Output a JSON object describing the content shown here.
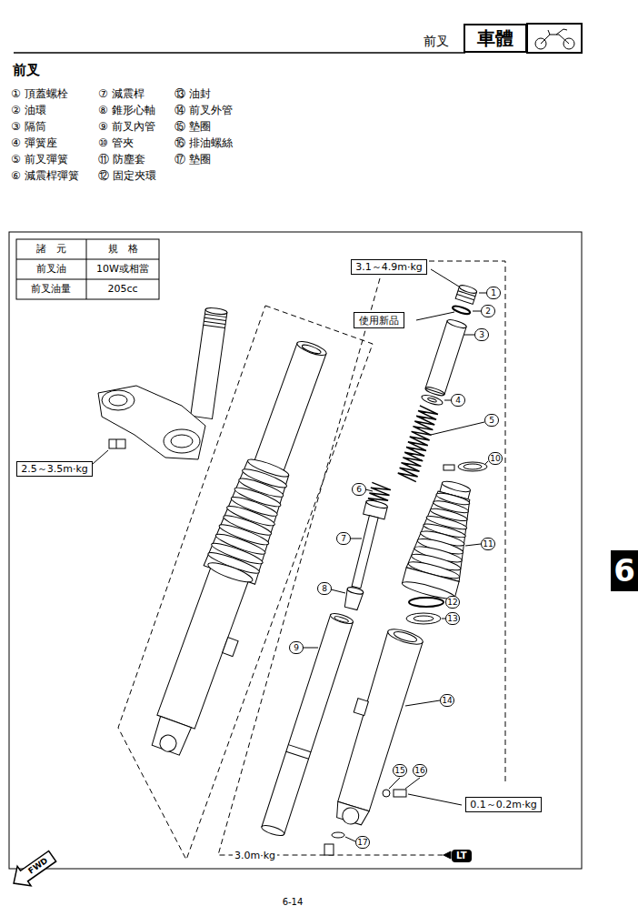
{
  "diagram": {
    "title": "前叉",
    "nodes": [
      {
        "text": [
          "車體"
        ]
      },
      {
        "text": [
          "3.1～4.9m·kg"
        ]
      },
      {
        "text": [
          "使用新品"
        ]
      },
      {
        "text": [
          "2.5～3.5m·kg"
        ]
      },
      {
        "text": [
          "0.1～0.2m·kg"
        ]
      }
    ],
    "labels": [
      "前叉",
      "① 頂蓋螺栓",
      "② 油環",
      "③ 隔筒",
      "④ 彈簧座",
      "⑤ 前叉彈簧",
      "⑥ 減震桿彈簧",
      "⑦ 減震桿",
      "⑧ 錐形心軸",
      "⑨ 前叉內管",
      "⑩ 管夾",
      "⑪ 防塵套",
      "⑫ 固定夾環",
      "⑬ 油封",
      "⑭ 前叉外管",
      "⑮ 墊圈",
      "⑯ 排油螺絲",
      "⑰ 墊圈",
      "諸　元",
      "規　格",
      "前叉油",
      "10W或相當",
      "前叉油量",
      "205cc",
      "1",
      "2",
      "3",
      "4",
      "5",
      "6",
      "7",
      "8",
      "9",
      "10",
      "11",
      "12",
      "13",
      "14",
      "15",
      "16",
      "17",
      "3.0m·kg",
      "FWD",
      "LT",
      "6-14",
      "6"
    ]
  }
}
